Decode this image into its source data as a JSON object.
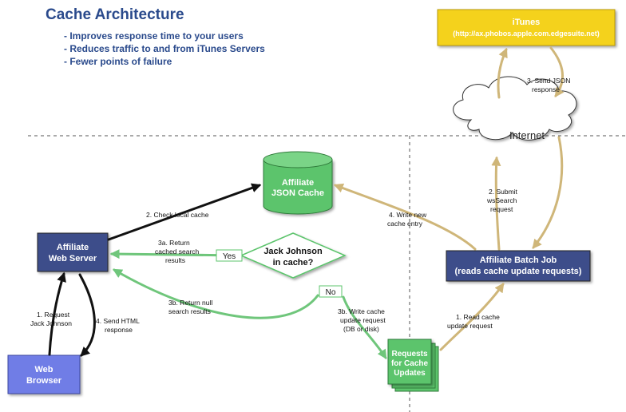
{
  "header": {
    "title": "Cache Architecture",
    "bullets": [
      "- Improves response time to your users",
      "- Reduces traffic to and from iTunes Servers",
      "- Fewer points of failure"
    ]
  },
  "nodes": {
    "itunes": {
      "name": "iTunes",
      "url": "(http://ax.phobos.apple.com.edgesuite.net)"
    },
    "internet": {
      "label": "Internet"
    },
    "cache": {
      "line1": "Affiliate",
      "line2": "JSON Cache"
    },
    "web_server": {
      "line1": "Affiliate",
      "line2": "Web Server"
    },
    "browser": {
      "line1": "Web",
      "line2": "Browser"
    },
    "batch_job": {
      "line1": "Affiliate Batch Job",
      "line2": "(reads cache update requests)"
    },
    "decision": {
      "line1": "Jack Johnson",
      "line2": "in cache?"
    },
    "requests": {
      "line1": "Requests",
      "line2": "for Cache",
      "line3": "Updates"
    }
  },
  "branches": {
    "yes": "Yes",
    "no": "No"
  },
  "steps": {
    "request": [
      "1. Request",
      "Jack Johnson"
    ],
    "send_html": [
      "4. Send HTML",
      "response"
    ],
    "check_cache": [
      "2. Check local cache"
    ],
    "return_cached": [
      "3a. Return",
      "cached search",
      "results"
    ],
    "return_null": [
      "3b. Return null",
      "search results"
    ],
    "write_request": [
      "3b.  Write cache",
      "update request",
      "(DB or disk)"
    ],
    "write_entry": [
      "4. Write new",
      "cache entry"
    ],
    "read_request": [
      "1. Read cache",
      "update request"
    ],
    "submit": [
      "2. Submit",
      "wsSearch",
      "request"
    ],
    "send_json": [
      "3. Send JSON",
      "response"
    ]
  },
  "colors": {
    "title": "#2a4a8c",
    "node_blue": "#3d4e8a",
    "browser_blue": "#6f7de6",
    "itunes_yellow": "#f4d21a",
    "cache_green": "#5cc46c",
    "arrow_green": "#6fc67b",
    "arrow_tan": "#cfb679",
    "arrow_black": "#111111"
  }
}
